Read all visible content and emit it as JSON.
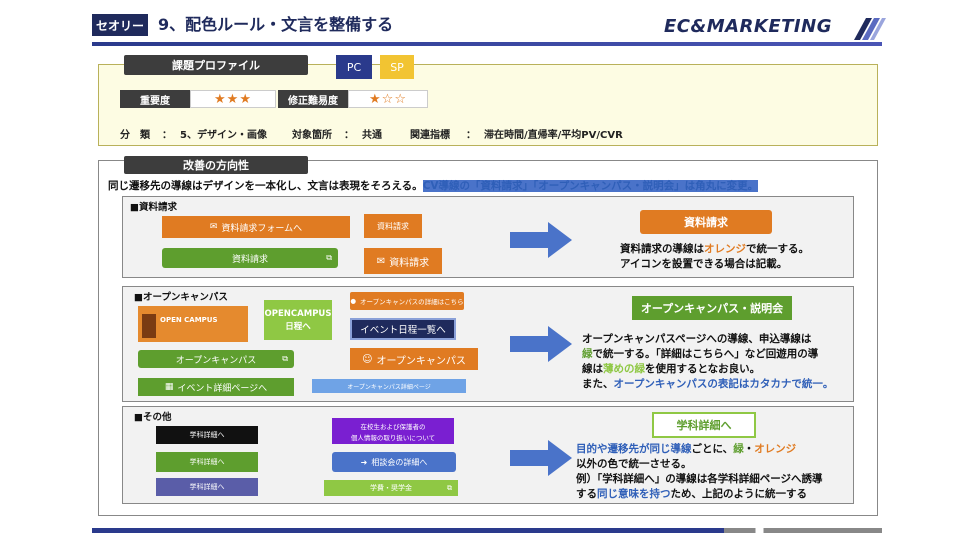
{
  "header": {
    "badge": "セオリー",
    "title": "9、配色ルール・文言を整備する",
    "logo": "EC&MARKETING"
  },
  "profile": {
    "tab": "課題プロファイル",
    "pc": "PC",
    "sp": "SP",
    "importance_label": "重要度",
    "importance_stars": "★★★",
    "difficulty_label": "修正難易度",
    "difficulty_stars": "★☆☆",
    "category_label": "分　類",
    "category_value": "5、デザイン・画像",
    "target_label": "対象箇所",
    "target_value": "共通",
    "metric_label": "関連指標",
    "metric_value": "滞在時間/直帰率/平均PV/CVR",
    "colon": "："
  },
  "direction": {
    "tab": "改善の方向性",
    "text_a": "同じ遷移先の導線はデザインを一本化し、文言は表現をそろえる。",
    "text_b": "CV導線の「資料請求」「オープンキャンパス・説明会」は角丸に変更。"
  },
  "section1": {
    "label": "■資料請求",
    "btn_form": "資料請求フォームへ",
    "btn_small": "資料請求",
    "btn_green": "資料請求",
    "btn_icon": "資料請求",
    "result_title": "資料請求",
    "desc_a": "資料請求の導線は",
    "desc_orange": "オレンジ",
    "desc_b": "で統一する。",
    "desc_line2": "アイコンを設置できる場合は記載。"
  },
  "section2": {
    "label": "■オープンキャンパス",
    "banner_title": "OPEN CAMPUS",
    "opencampus_btn_1": "OPENCAMPUS",
    "opencampus_btn_2": "日程へ",
    "btn_detail_small": "オープンキャンパスの詳細はこちら",
    "btn_event_list": "イベント日程一覧へ",
    "btn_green_oc": "オープンキャンパス",
    "btn_orange_oc": "オープンキャンパス",
    "btn_event_detail": "イベント詳細ページへ",
    "btn_lightblue": "オープンキャンパス詳細ページ",
    "result_title": "オープンキャンパス・説明会",
    "l1": "オープンキャンパスページへの導線、申込導線は",
    "l2_green": "緑",
    "l2_b": "で統一する。「詳細はこちらへ」など回遊用の導",
    "l3_a": "線は",
    "l3_lgreen": "薄めの緑",
    "l3_b": "を使用するとなお良い。",
    "l4_a": "また、",
    "l4_blue": "オープンキャンパスの表記はカタカナで統一。"
  },
  "section3": {
    "label": "■その他",
    "btn_black": "学科詳細へ",
    "btn_green": "学科詳細へ",
    "btn_mauve": "学科詳細へ",
    "btn_purple_1": "在校生および保護者の",
    "btn_purple_2": "個人情報の取り扱いについて",
    "btn_blue": "相談会の詳細へ",
    "btn_lime": "学費・奨学金",
    "result_title": "学科詳細へ",
    "l1_blue": "目的や遷移先が同じ導線",
    "l1_b": "ごとに、",
    "l1_green": "緑",
    "l1_c": "・",
    "l1_orange": "オレンジ",
    "l2": "以外の色で統一させる。",
    "l3": "例）「学科詳細へ」の導線は各学科詳細ページへ誘導",
    "l4_a": "する",
    "l4_blue": "同じ意味を持つ",
    "l4_b": "ため、上記のように統一する"
  },
  "colors": {
    "navy": "#1f2a5c",
    "orange": "#e07b22",
    "green": "#5e9e2e",
    "light_green": "#8fc844",
    "blue": "#2f5fb8",
    "yellow_bg": "#fdfce3"
  }
}
